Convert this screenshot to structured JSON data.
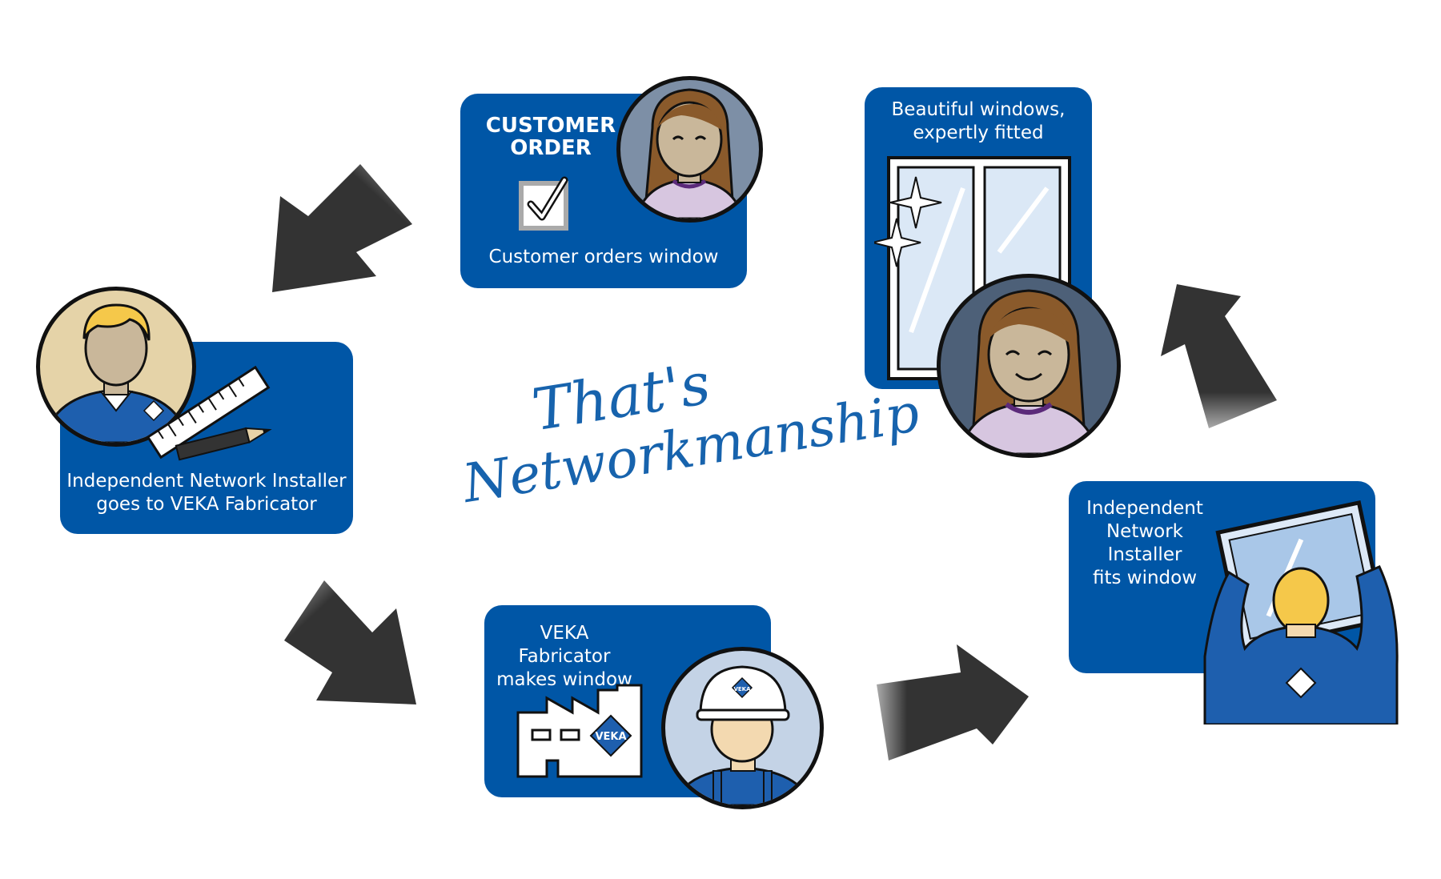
{
  "title": {
    "line1": "That's",
    "line2": "Networkmanship"
  },
  "steps": {
    "customer_order": {
      "heading_line1": "CUSTOMER",
      "heading_line2": "ORDER",
      "caption": "Customer orders window"
    },
    "installer_to_fabricator": {
      "caption_line1": "Independent Network Installer",
      "caption_line2": "goes to VEKA Fabricator"
    },
    "fabricator": {
      "caption_line1": "VEKA Fabricator",
      "caption_line2": "makes window",
      "factory_logo": "VEKA",
      "helmet_logo": "VEKA"
    },
    "installer_fits": {
      "caption_line1": "Independent",
      "caption_line2": "Network",
      "caption_line3": "Installer",
      "caption_line4": "fits window"
    },
    "result": {
      "caption_line1": "Beautiful windows,",
      "caption_line2": "expertly fitted"
    }
  },
  "colors": {
    "card_blue": "#0056a6",
    "arrow": "#333333",
    "title_blue": "#1763ad"
  }
}
